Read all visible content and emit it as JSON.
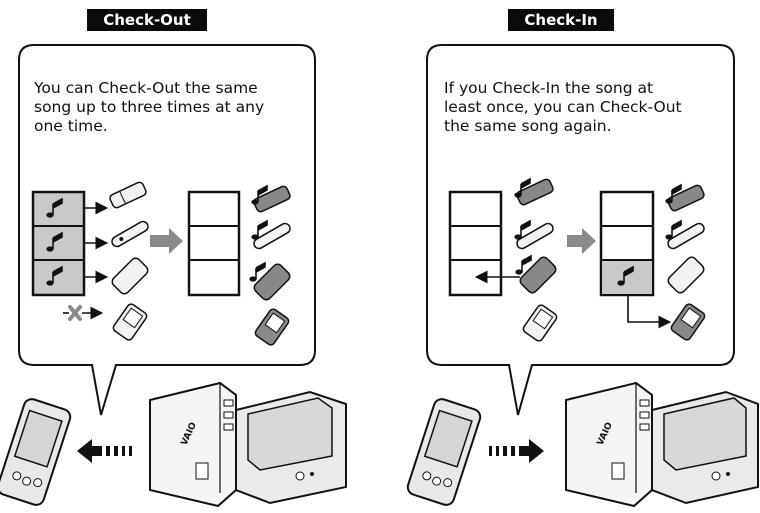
{
  "checkout": {
    "title": "Check-Out",
    "caption": "You can Check-Out the same\nsong up to three times at any\none time."
  },
  "checkin": {
    "title": "Check-In",
    "caption": "If you Check-In the song at\nleast once, you can Check-Out\nthe same song again."
  },
  "computer": {
    "brand": "VAIO"
  },
  "colors": {
    "ink": "#111111",
    "slot_fill": "#c9c9c9",
    "arrow_gray": "#8a8a8a",
    "device_fill": "#f2f2f2"
  }
}
